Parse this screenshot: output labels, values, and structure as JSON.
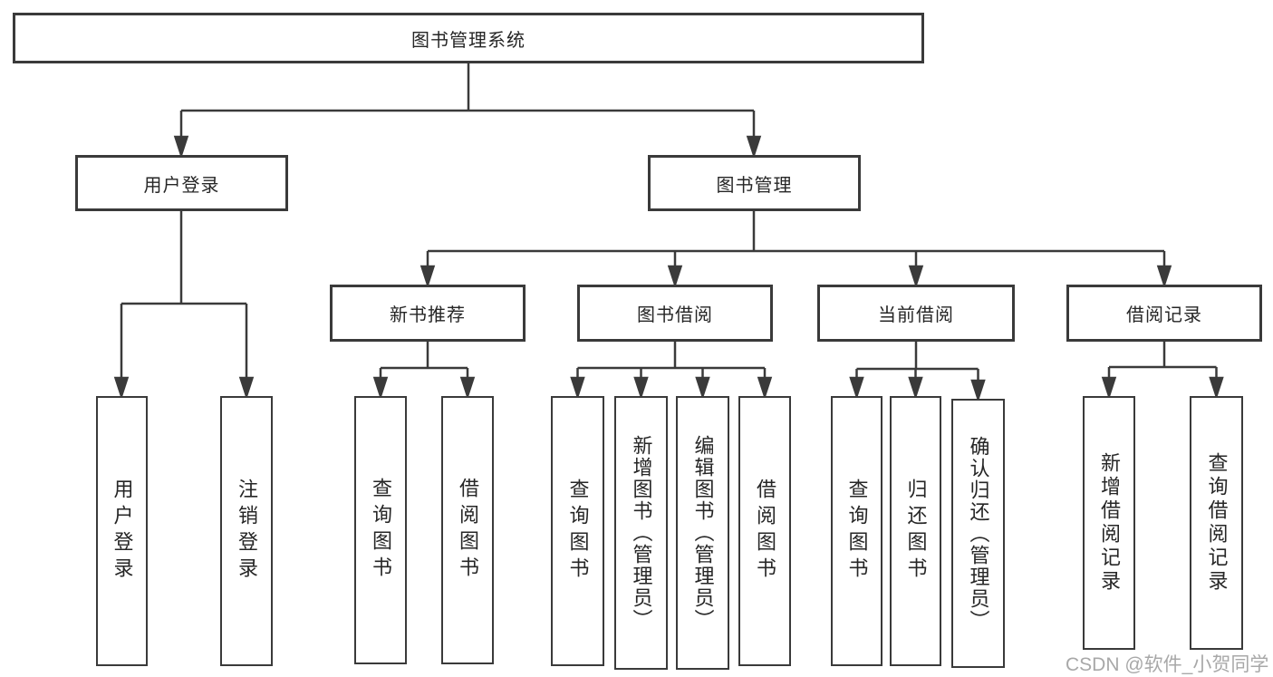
{
  "diagram": {
    "root": {
      "label": "图书管理系统"
    },
    "branches": [
      {
        "label": "用户登录",
        "children": [
          {
            "label": "用户登录"
          },
          {
            "label": "注销登录"
          }
        ]
      },
      {
        "label": "图书管理",
        "children": [
          {
            "label": "新书推荐",
            "children": [
              {
                "label": "查询图书"
              },
              {
                "label": "借阅图书"
              }
            ]
          },
          {
            "label": "图书借阅",
            "children": [
              {
                "label": "查询图书"
              },
              {
                "label": "新增图书（管理员）"
              },
              {
                "label": "编辑图书（管理员）"
              },
              {
                "label": "借阅图书"
              }
            ]
          },
          {
            "label": "当前借阅",
            "children": [
              {
                "label": "查询图书"
              },
              {
                "label": "归还图书"
              },
              {
                "label": "确认归还（管理员）"
              }
            ]
          },
          {
            "label": "借阅记录",
            "children": [
              {
                "label": "新增借阅记录"
              },
              {
                "label": "查询借阅记录"
              }
            ]
          }
        ]
      }
    ],
    "colors": {
      "line": "#3a3a3a",
      "text": "#262626",
      "box_background": "#ffffff",
      "watermark": "#a8a8a8"
    },
    "watermark": "CSDN @软件_小贺同学"
  }
}
